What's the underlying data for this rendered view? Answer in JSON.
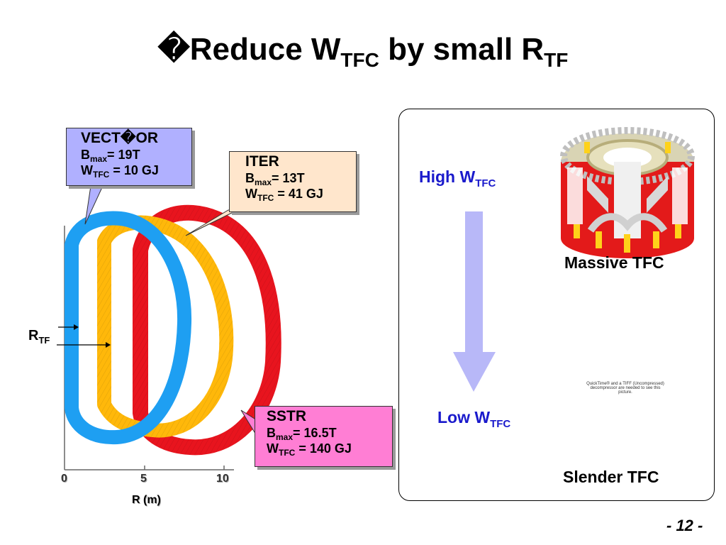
{
  "title": {
    "main": "�Reduce W",
    "sub1": "TFC",
    "mid": " by small R",
    "sub2": "TF"
  },
  "vector_box": {
    "name": "VECT�OR",
    "b_label": "B",
    "b_sub": "max",
    "b_val": "= 19T",
    "w_label": "W",
    "w_sub": "TFC",
    "w_val": " = 10 GJ"
  },
  "iter_box": {
    "name": "ITER",
    "b_label": "B",
    "b_sub": "max",
    "b_val": "= 13T",
    "w_label": "W",
    "w_sub": "TFC",
    "w_val": " = 41 GJ"
  },
  "sstr_box": {
    "name": "SSTR",
    "b_label": "B",
    "b_sub": "max",
    "b_val": "= 16.5T",
    "w_label": "W",
    "w_sub": "TFC",
    "w_val": " = 140 GJ"
  },
  "rtf": {
    "label": "R",
    "sub": "TF"
  },
  "axis": {
    "ticks": [
      "0",
      "5",
      "10"
    ],
    "xlabel": "R (m)"
  },
  "colors": {
    "vector": "#1e9ff2",
    "iter": "#ffb80a",
    "sstr": "#e8141e",
    "arrow": "#b8b8f8",
    "accent_text": "#1a1acc"
  },
  "panel": {
    "high": {
      "label": "High W",
      "sub": "TFC"
    },
    "low": {
      "label": "Low W",
      "sub": "TFC"
    },
    "massive_label": "Massive TFC",
    "slender_label": "Slender TFC",
    "placeholder_text": "QuickTime® and a TIFF (Uncompressed) decompressor are needed to see this picture."
  },
  "page_number": "- 12 -"
}
